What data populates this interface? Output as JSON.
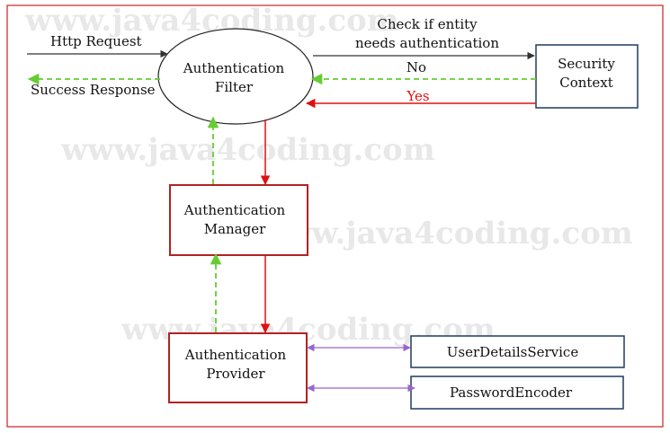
{
  "watermark": "www.java4coding.com",
  "nodes": {
    "filter": {
      "line1": "Authentication",
      "line2": "Filter"
    },
    "security_context": {
      "line1": "Security",
      "line2": "Context"
    },
    "manager": {
      "line1": "Authentication",
      "line2": "Manager"
    },
    "provider": {
      "line1": "Authentication",
      "line2": "Provider"
    },
    "user_details": {
      "label": "UserDetailsService"
    },
    "password_encoder": {
      "label": "PasswordEncoder"
    }
  },
  "edges": {
    "http_request": "Http Request",
    "success_response": "Success Response",
    "check_line1": "Check if entity",
    "check_line2": "needs authentication",
    "no": "No",
    "yes": "Yes"
  },
  "colors": {
    "frame": "#cc2222",
    "box_red": "#b22222",
    "box_navy": "#1f3b5c",
    "arrow_red": "#e01010",
    "arrow_green": "#66cc33",
    "arrow_purple": "#9966cc",
    "arrow_dark": "#333333",
    "yes_text": "#e01010"
  }
}
